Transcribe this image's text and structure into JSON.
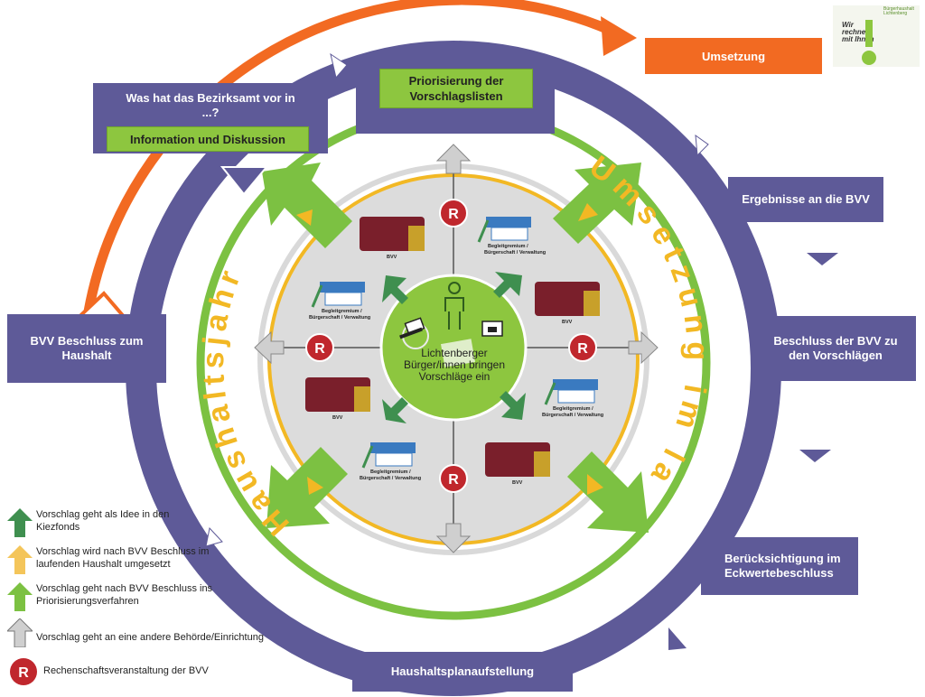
{
  "boxes": {
    "was_hat": "Was hat das Bezirksamt vor in ...?",
    "information": "Information und Diskussion",
    "priorisierung": "Priorisierung der Vorschlagslisten",
    "umsetzung": "Umsetzung",
    "ergebnisse": "Ergebnisse an die BVV",
    "beschluss_vorschlaege": "Beschluss der BVV zu den Vorschlägen",
    "beruecksichtigung": "Berücksichtigung im Eckwertebeschluss",
    "haushaltsplan": "Haushaltsplanaufstellung",
    "bvv_haushalt": "BVV Beschluss zum Haushalt"
  },
  "ring_text": {
    "haushaltsjahr": "Haushaltsjahr",
    "umsetzung_im_laufenden": "Umsetzung im laufenden"
  },
  "center": {
    "text": "Lichtenberger Bürger/innen bringen Vorschläge ein"
  },
  "inner_labels": {
    "bvv": "BVV",
    "begleit_1": "Begleitgremium /",
    "begleit_2": "Bürgerschaft / Verwaltung",
    "r": "R"
  },
  "legend": [
    {
      "icon": "green-dark-arrow-icon",
      "color": "#3f8f4f",
      "text": "Vorschlag geht als Idee in den Kiezfonds"
    },
    {
      "icon": "yellow-arrow-icon",
      "color": "#f4c55a",
      "text": "Vorschlag wird nach BVV Beschluss im laufenden Haushalt umgesetzt"
    },
    {
      "icon": "green-light-arrow-icon",
      "color": "#7cc142",
      "text": "Vorschlag geht nach BVV Beschluss ins Priorisierungsverfahren"
    },
    {
      "icon": "grey-arrow-icon",
      "color": "#cfcfcf",
      "text": "Vorschlag geht an eine andere Behörde/Einrichtung"
    },
    {
      "icon": "r-circle-icon",
      "color": "#c0272d",
      "text": "Rechenschaftsveranstaltung der BVV"
    }
  ],
  "logo": {
    "tagline": "Wir rechnen mit Ihnen",
    "brand": "Bürgerhaushalt Lichtenberg"
  },
  "colors": {
    "purple": "#5e5a98",
    "green": "#8dc63f",
    "orange": "#f26a22",
    "yellow": "#f2b824",
    "red": "#c0272d"
  }
}
